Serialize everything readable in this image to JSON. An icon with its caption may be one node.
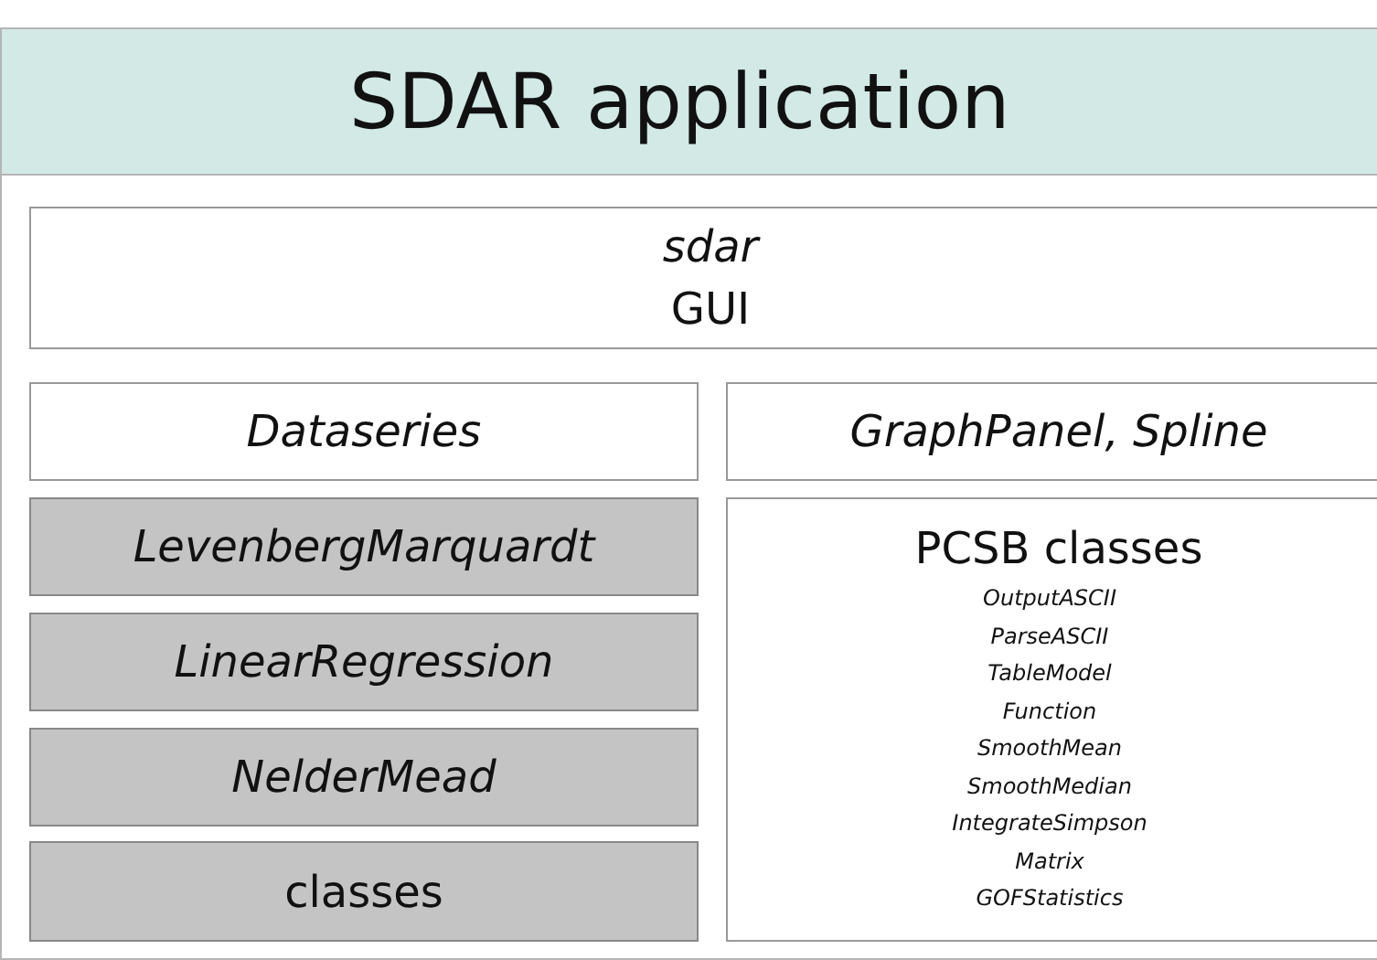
{
  "diagram": {
    "nodes": [
      {
        "text": [
          "SDAR application"
        ]
      },
      {
        "text": [
          "sdar",
          "GUI"
        ],
        "in": 0
      },
      {
        "text": [
          "Dataseries"
        ],
        "in": 0
      },
      {
        "text": [
          "GraphPanel, Spline"
        ],
        "in": 0
      },
      {
        "text": [
          "LevenbergMarquardt"
        ],
        "in": 0
      },
      {
        "text": [
          "LinearRegression"
        ],
        "in": 0
      },
      {
        "text": [
          "NelderMead"
        ],
        "in": 0
      },
      {
        "text": [
          "classes"
        ],
        "in": 0
      },
      {
        "text": [
          "PCSB classes",
          "OutputASCII",
          "ParseASCII",
          "TableModel",
          "Function",
          "SmoothMean",
          "SmoothMedian",
          "IntegrateSimpson",
          "Matrix",
          "GOFStatistics"
        ],
        "in": 0
      }
    ]
  }
}
